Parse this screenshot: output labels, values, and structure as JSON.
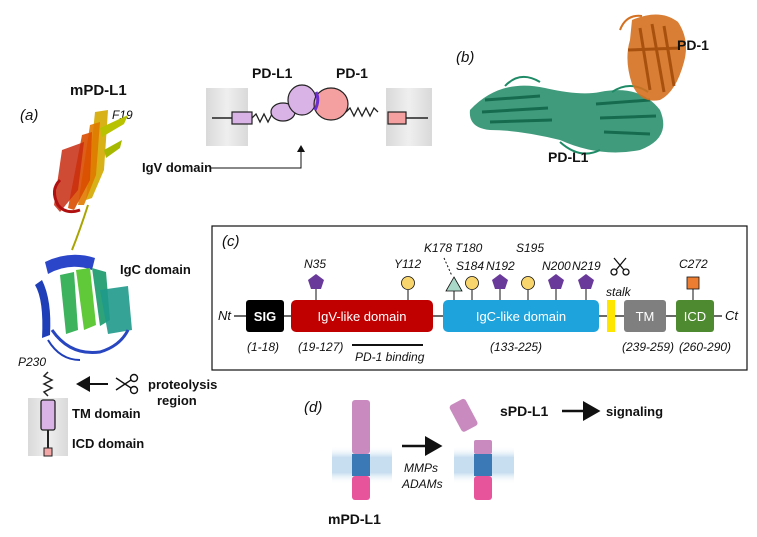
{
  "panel_labels": {
    "a": "(a)",
    "b": "(b)",
    "c": "(c)",
    "d": "(d)"
  },
  "panel_a": {
    "title": "mPD-L1",
    "residue_top": "F19",
    "igc_domain": "IgC domain",
    "residue_bottom": "P230",
    "proteolysis": [
      "proteolysis",
      "region"
    ],
    "tm_domain": "TM domain",
    "icd_domain": "ICD domain"
  },
  "inset": {
    "pdl1": "PD-L1",
    "pd1": "PD-1",
    "igv_domain": "IgV domain"
  },
  "panel_b": {
    "pd1": "PD-1",
    "pdl1": "PD-L1"
  },
  "panel_c": {
    "nt": "Nt",
    "ct": "Ct",
    "domains": {
      "sig": "SIG",
      "igv": "IgV-like domain",
      "igc": "IgC-like domain",
      "tm": "TM",
      "icd": "ICD"
    },
    "ranges": {
      "sig": "(1-18)",
      "igv": "(19-127)",
      "pd1_binding": "PD-1 binding",
      "igc": "(133-225)",
      "tm": "(239-259)",
      "icd": "(260-290)"
    },
    "stalk": "stalk",
    "sites": {
      "n35": "N35",
      "y112": "Y112",
      "k178": "K178",
      "t180": "T180",
      "s184": "S184",
      "n192": "N192",
      "s195": "S195",
      "n200": "N200",
      "n219": "N219",
      "c272": "C272"
    },
    "colors": {
      "sig": "#000000",
      "igv": "#c00000",
      "igc": "#1fa3dc",
      "stalk": "#ffe600",
      "tm": "#7f7f7f",
      "icd": "#4e8a2f",
      "glycan": "#6a3a9a",
      "phospho": "#f8d66d",
      "triangle": "#a9d7c8",
      "palmitoyl": "#ed7d31"
    }
  },
  "panel_d": {
    "spdl1": "sPD-L1",
    "signaling": "signaling",
    "mmps": "MMPs",
    "adams": "ADAMs",
    "mpdl1": "mPD-L1"
  }
}
